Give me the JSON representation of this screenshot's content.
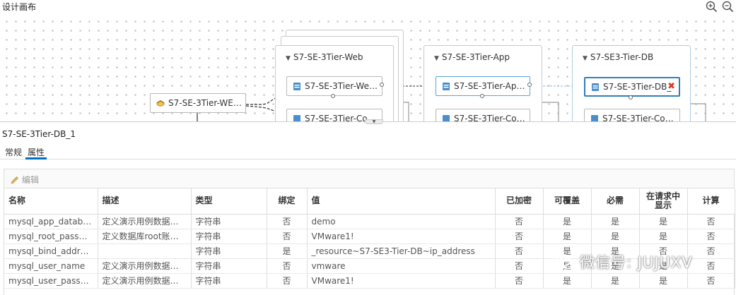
{
  "canvas": {
    "title": "设计画布",
    "groups": {
      "web": {
        "title": "S7-SE-3Tier-Web",
        "node1": "S7-SE-3Tier-We…",
        "node2": "S7-SE-3Tier-Co…"
      },
      "app": {
        "title": "S7-SE-3Tier-App",
        "node1": "S7-SE-3Tier-Ap…",
        "node2": "S7-SE-3Tier-Co…"
      },
      "db": {
        "title": "S7-SE3-Tier-DB",
        "node1": "S7-SE-3Tier-DB_",
        "node2": "S7-SE-3Tier-Co…"
      }
    },
    "network_node": "S7-SE-3Tier-WE…"
  },
  "properties": {
    "title": "S7-SE-3Tier-DB_1",
    "tabs": [
      "常规",
      "属性"
    ],
    "active_tab": "属性",
    "edit_label": "编辑",
    "columns": [
      "名称",
      "描述",
      "类型",
      "绑定",
      "值",
      "已加密",
      "可覆盖",
      "必需",
      "在请求中显示",
      "计算"
    ],
    "rows": [
      [
        "mysql_app_databa…",
        "定义演示用例数据库…",
        "字符串",
        "否",
        "demo",
        "否",
        "是",
        "是",
        "是",
        "否"
      ],
      [
        "mysql_root_passw…",
        "定义数据库root账户…",
        "字符串",
        "否",
        "VMware1!",
        "否",
        "是",
        "是",
        "是",
        "否"
      ],
      [
        "mysql_bind_address",
        "",
        "字符串",
        "是",
        "_resource~S7-SE3-Tier-DB~ip_address",
        "否",
        "是",
        "是",
        "否",
        "否"
      ],
      [
        "mysql_user_name",
        "定义演示用例数据库…",
        "字符串",
        "否",
        "vmware",
        "否",
        "是",
        "是",
        "是",
        "否"
      ],
      [
        "mysql_user_passw…",
        "定义演示用例数据库…",
        "字符串",
        "否",
        "VMware1!",
        "否",
        "是",
        "是",
        "是",
        "否"
      ]
    ]
  },
  "watermark": "微信号: JUJUXV"
}
